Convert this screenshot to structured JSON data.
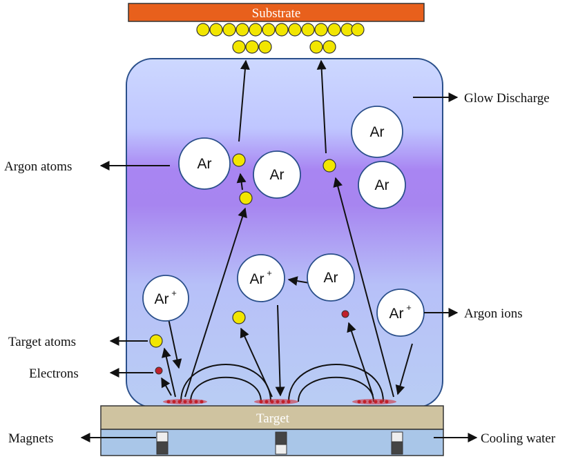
{
  "substrate_label": "Substrate",
  "target_label": "Target",
  "labels": {
    "glow_discharge": "Glow Discharge",
    "argon_atoms": "Argon atoms",
    "argon_ions": "Argon ions",
    "target_atoms": "Target atoms",
    "electrons": "Electrons",
    "magnets": "Magnets",
    "cooling_water": "Cooling water"
  },
  "particles": {
    "ar": "Ar",
    "ar_ion_base": "Ar",
    "ion_sign": "+"
  },
  "colors": {
    "substrate": "#e8601c",
    "target": "#cfc3a0",
    "cooling": "#a9c6e8",
    "atom_yellow": "#f2e600",
    "electron": "#c0202a",
    "chamber_top": "#c9d4ff",
    "chamber_mid": "#a67ff2",
    "chamber_bottom": "#b7c8f5"
  }
}
